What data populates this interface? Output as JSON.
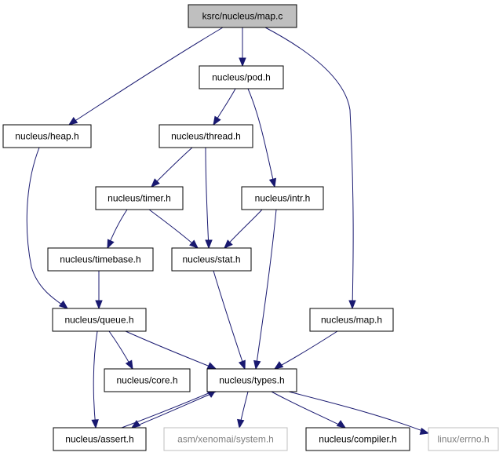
{
  "diagram": {
    "type": "include-dependency-graph",
    "nodes": [
      {
        "id": "map_c",
        "label": "ksrc/nucleus/map.c",
        "kind": "root"
      },
      {
        "id": "pod_h",
        "label": "nucleus/pod.h",
        "kind": "normal"
      },
      {
        "id": "heap_h",
        "label": "nucleus/heap.h",
        "kind": "normal"
      },
      {
        "id": "thread_h",
        "label": "nucleus/thread.h",
        "kind": "normal"
      },
      {
        "id": "timer_h",
        "label": "nucleus/timer.h",
        "kind": "normal"
      },
      {
        "id": "intr_h",
        "label": "nucleus/intr.h",
        "kind": "normal"
      },
      {
        "id": "timebase_h",
        "label": "nucleus/timebase.h",
        "kind": "normal"
      },
      {
        "id": "stat_h",
        "label": "nucleus/stat.h",
        "kind": "normal"
      },
      {
        "id": "queue_h",
        "label": "nucleus/queue.h",
        "kind": "normal"
      },
      {
        "id": "map_h",
        "label": "nucleus/map.h",
        "kind": "normal"
      },
      {
        "id": "core_h",
        "label": "nucleus/core.h",
        "kind": "normal"
      },
      {
        "id": "types_h",
        "label": "nucleus/types.h",
        "kind": "normal"
      },
      {
        "id": "assert_h",
        "label": "nucleus/assert.h",
        "kind": "normal"
      },
      {
        "id": "system_h",
        "label": "asm/xenomai/system.h",
        "kind": "missing"
      },
      {
        "id": "compiler_h",
        "label": "nucleus/compiler.h",
        "kind": "normal"
      },
      {
        "id": "errno_h",
        "label": "linux/errno.h",
        "kind": "missing"
      }
    ],
    "edges": [
      {
        "from": "map_c",
        "to": "pod_h"
      },
      {
        "from": "map_c",
        "to": "heap_h"
      },
      {
        "from": "map_c",
        "to": "map_h"
      },
      {
        "from": "pod_h",
        "to": "thread_h"
      },
      {
        "from": "pod_h",
        "to": "intr_h"
      },
      {
        "from": "heap_h",
        "to": "queue_h"
      },
      {
        "from": "thread_h",
        "to": "timer_h"
      },
      {
        "from": "thread_h",
        "to": "stat_h"
      },
      {
        "from": "timer_h",
        "to": "timebase_h"
      },
      {
        "from": "timer_h",
        "to": "stat_h"
      },
      {
        "from": "intr_h",
        "to": "stat_h"
      },
      {
        "from": "intr_h",
        "to": "types_h"
      },
      {
        "from": "timebase_h",
        "to": "queue_h"
      },
      {
        "from": "stat_h",
        "to": "types_h"
      },
      {
        "from": "queue_h",
        "to": "core_h"
      },
      {
        "from": "queue_h",
        "to": "types_h"
      },
      {
        "from": "queue_h",
        "to": "assert_h"
      },
      {
        "from": "map_h",
        "to": "types_h"
      },
      {
        "from": "types_h",
        "to": "assert_h"
      },
      {
        "from": "assert_h",
        "to": "types_h"
      },
      {
        "from": "types_h",
        "to": "system_h"
      },
      {
        "from": "types_h",
        "to": "compiler_h"
      },
      {
        "from": "types_h",
        "to": "errno_h"
      }
    ],
    "colors": {
      "edge": "#191970",
      "root_fill": "#bfbfbf",
      "node_border": "#000000",
      "missing_border": "#bfbfbf",
      "missing_text": "#7f7f7f"
    }
  }
}
